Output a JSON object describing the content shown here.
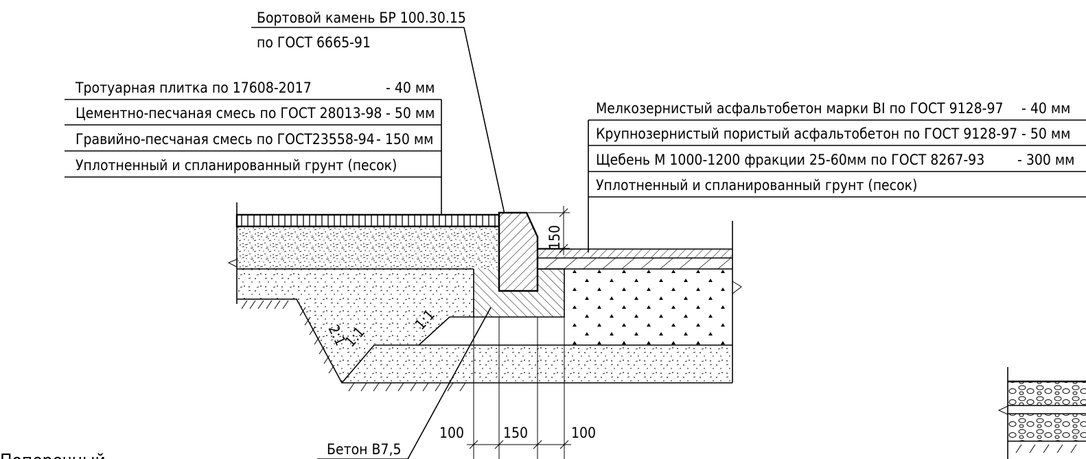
{
  "curb_callout": {
    "line1": "Бортовой камень БР 100.30.15",
    "line2": "по ГОСТ 6665-91"
  },
  "sidewalk_layers": [
    {
      "name": "Тротуарная плитка по 17608-2017",
      "thickness": "- 40 мм"
    },
    {
      "name": "Цементно-песчаная смесь по ГОСТ 28013-98",
      "thickness": "- 50 мм"
    },
    {
      "name": "Гравийно-песчаная смесь по ГОСТ23558-94",
      "thickness": "- 150 мм"
    },
    {
      "name": "Уплотненный и спланированный грунт (песок)",
      "thickness": ""
    }
  ],
  "road_layers": [
    {
      "name": "Мелкозернистый асфальтобетон марки BI по ГОСТ 9128-97",
      "thickness": "- 40 мм"
    },
    {
      "name": "Крупнозернистый пористый асфальтобетон по ГОСТ 9128-97",
      "thickness": "- 50 мм"
    },
    {
      "name": "Щебень М 1000-1200 фракции 25-60мм по ГОСТ 8267-93",
      "thickness": "- 300 мм"
    },
    {
      "name": "Уплотненный и спланированный грунт (песок)",
      "thickness": ""
    }
  ],
  "dimensions": {
    "curb_height": "150",
    "left": "100",
    "middle": "150",
    "right": "100"
  },
  "slopes": [
    "2:1",
    "1:1",
    "1:1"
  ],
  "concrete_label": "Бетон В7,5",
  "bottom_left_text": "Поперечный"
}
